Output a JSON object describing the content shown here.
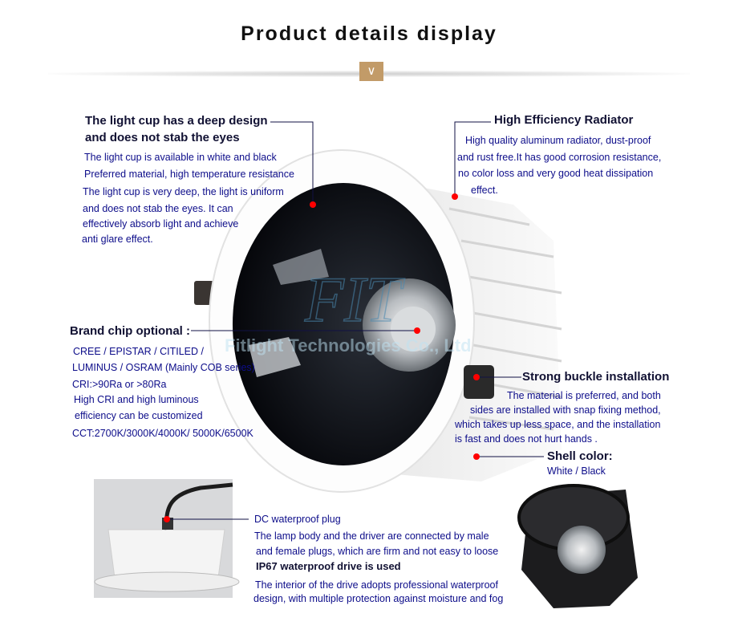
{
  "header": {
    "title": "Product details display",
    "chevron_icon": "chevron-down-icon",
    "accent": "#c29b68"
  },
  "watermark": {
    "logo": "FIT",
    "company": "Fitlight Technologies Co., Ltd"
  },
  "callouts": {
    "light_cup": {
      "heading": [
        "The light cup has a deep design",
        "and does not stab the eyes"
      ],
      "lines": [
        "The light cup is available in white and black",
        "Preferred material, high temperature resistance",
        "The light cup is very deep, the light is uniform",
        "and does not stab the eyes. It can",
        "effectively absorb light and achieve",
        "anti glare effect."
      ]
    },
    "radiator": {
      "heading": "High Efficiency Radiator",
      "lines": [
        "High quality aluminum radiator, dust-proof",
        "and rust free.It has good corrosion resistance,",
        "no color loss and very good heat dissipation",
        "effect."
      ]
    },
    "chip": {
      "heading": "Brand chip optional :",
      "lines": [
        "CREE / EPISTAR / CITILED /",
        "LUMINUS / OSRAM  (Mainly COB series)",
        "CRI:>90Ra or >80Ra",
        "High CRI and high luminous",
        "efficiency can be customized",
        "CCT:2700K/3000K/4000K/ 5000K/6500K"
      ]
    },
    "buckle": {
      "heading": "Strong buckle installation",
      "lines": [
        "The material is preferred, and both",
        "sides are installed with snap fixing method,",
        "which takes up less space, and the installation",
        "is fast and does not hurt hands  ."
      ]
    },
    "shell": {
      "heading": "Shell color:",
      "value": "White / Black"
    },
    "plug": {
      "heading": "DC waterproof plug",
      "lines": [
        "The lamp body and the driver are connected by male",
        "and female plugs, which are firm and not easy to loose"
      ],
      "subheading": "IP67 waterproof drive is used",
      "lines2": [
        "The interior of the drive adopts professional waterproof",
        "design, with multiple protection against moisture and fog"
      ]
    }
  },
  "colors": {
    "text": "#0d0d8a",
    "heading": "#111133",
    "marker": "#ff0000"
  }
}
